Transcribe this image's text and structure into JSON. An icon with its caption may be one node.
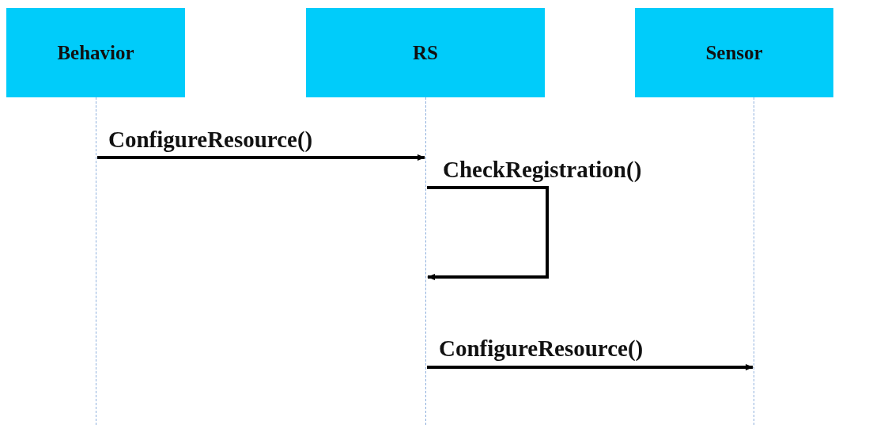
{
  "diagram": {
    "nodes": [
      {
        "text": [
          "Behavior"
        ]
      },
      {
        "text": [
          "RS"
        ]
      },
      {
        "text": [
          "Sensor"
        ]
      },
      {
        "text": [],
        "shape": "line"
      },
      {
        "text": [],
        "shape": "line"
      },
      {
        "text": [],
        "shape": "line"
      }
    ],
    "edges": [
      {
        "from": 3,
        "to": 4,
        "arrow": "to",
        "label": "ConfigureResource()"
      },
      {
        "from": 4,
        "to": 4,
        "arrow": "to",
        "label": "CheckRegistration()"
      },
      {
        "from": 4,
        "to": 5,
        "arrow": "to",
        "label": "ConfigureResource()"
      }
    ]
  }
}
